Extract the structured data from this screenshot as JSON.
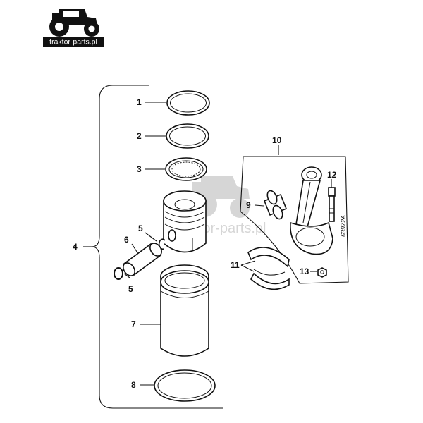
{
  "logo": {
    "text": "traktor-parts.pl",
    "icon": "tractor-icon"
  },
  "watermark": {
    "text": "traktor-parts.pl",
    "icon": "tractor-icon"
  },
  "drawing_code": "63972A",
  "callouts": [
    "1",
    "2",
    "3",
    "4",
    "5",
    "5",
    "6",
    "7",
    "8",
    "9",
    "10",
    "11",
    "12",
    "13"
  ]
}
